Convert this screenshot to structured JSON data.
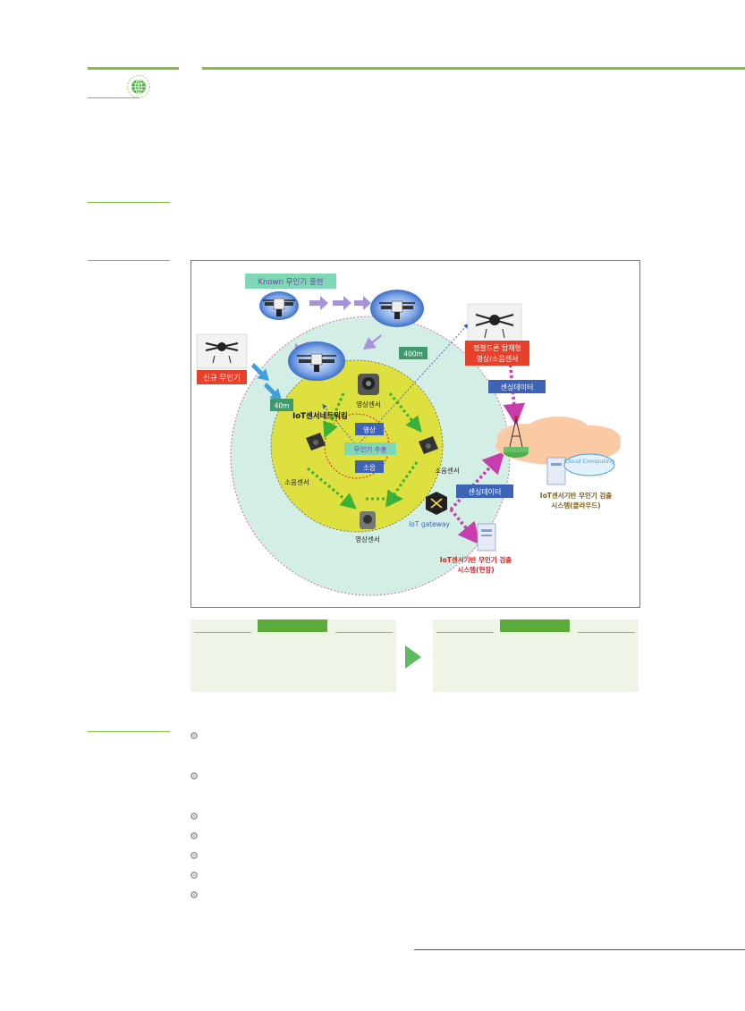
{
  "diagram": {
    "known_drone_label": "Known 무인기 출현",
    "new_drone_label": "신규 무인기",
    "precise_sensor_label_1": "정찰드론 탑재형",
    "precise_sensor_label_2": "영상/소음센서",
    "distance_outer": "400m",
    "distance_inner": "40m",
    "sensing_data_top": "센싱데이터",
    "sensing_data_bottom": "센싱데이터",
    "iot_network_label": "IoT센서네트워킹",
    "video_sensor_top": "영상센서",
    "video_sensor_bottom": "영상센서",
    "noise_sensor_left": "소음센서",
    "noise_sensor_right": "소음센서",
    "center_video": "영상",
    "center_tracking": "무인기 추출",
    "center_noise": "소음",
    "iot_gateway": "IoT gateway",
    "cloud_text": "Cloud Computing",
    "cloud_system_label_1": "IoT센서기반 무인기 검출",
    "cloud_system_label_2": "시스템(클라우드)",
    "site_system_label_1": "IoT센서기반 무인기 검출",
    "site_system_label_2": "시스템(현장)"
  },
  "colors": {
    "accent_green": "#7dc242",
    "outer_ring": "#d3eee4",
    "inner_ring": "#dde03e",
    "label_red": "#e8402a",
    "label_blue": "#3d63b6",
    "label_teal": "#3f9a6e",
    "magenta": "#c83cae"
  }
}
